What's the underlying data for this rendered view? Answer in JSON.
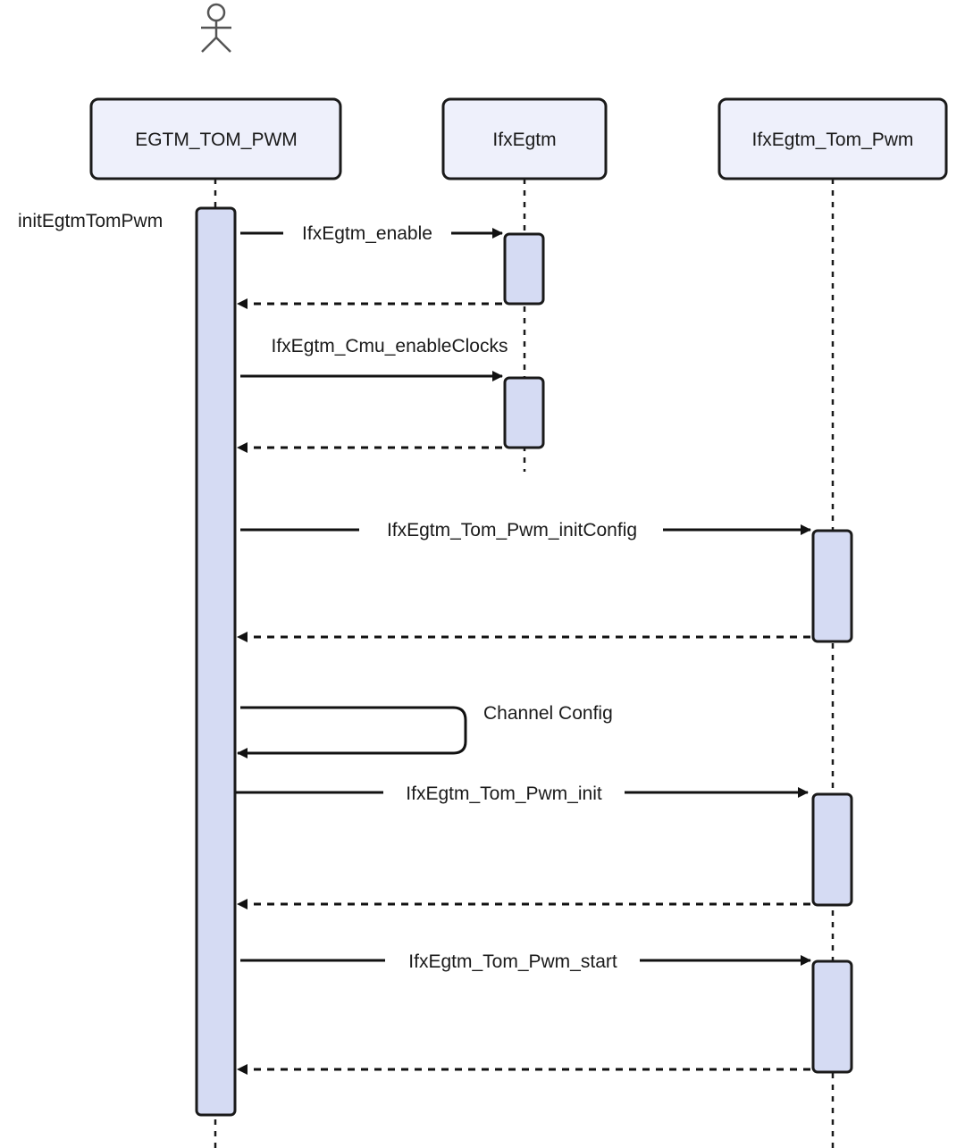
{
  "actor": {
    "icon": "stick-figure-icon"
  },
  "participants": {
    "egtm_tom_pwm": "EGTM_TOM_PWM",
    "ifxegtm": "IfxEgtm",
    "ifxegtm_tom_pwm": "IfxEgtm_Tom_Pwm"
  },
  "entry_label": "initEgtmTomPwm",
  "messages": {
    "enable": "IfxEgtm_enable",
    "cmu_enable_clocks": "IfxEgtm_Cmu_enableClocks",
    "tom_pwm_init_config": "IfxEgtm_Tom_Pwm_initConfig",
    "channel_config": "Channel Config",
    "tom_pwm_init": "IfxEgtm_Tom_Pwm_init",
    "tom_pwm_start": "IfxEgtm_Tom_Pwm_start"
  },
  "colors": {
    "participant_fill": "#eef0fb",
    "activation_fill": "#d5dbf3",
    "stroke": "#1a1a1a"
  }
}
